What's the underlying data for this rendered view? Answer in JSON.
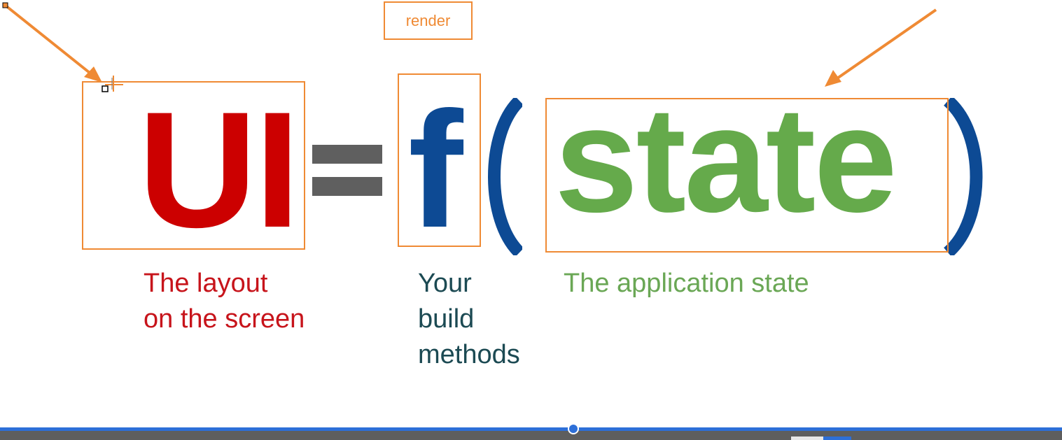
{
  "equation": {
    "lhs": "UI",
    "function": "f",
    "argument": "state"
  },
  "captions": {
    "ui": "The layout\non the screen",
    "f": "Your\nbuild\nmethods",
    "state": "The application state"
  },
  "annotation": {
    "render_label": "render",
    "color": "#ef8a34"
  },
  "colors": {
    "ui": "#cc0000",
    "function": "#0d4a94",
    "state": "#65aa4b",
    "equals": "#5f5f5f",
    "annotation": "#ef8a34"
  },
  "video_player": {
    "progress_fraction": 0.54
  }
}
